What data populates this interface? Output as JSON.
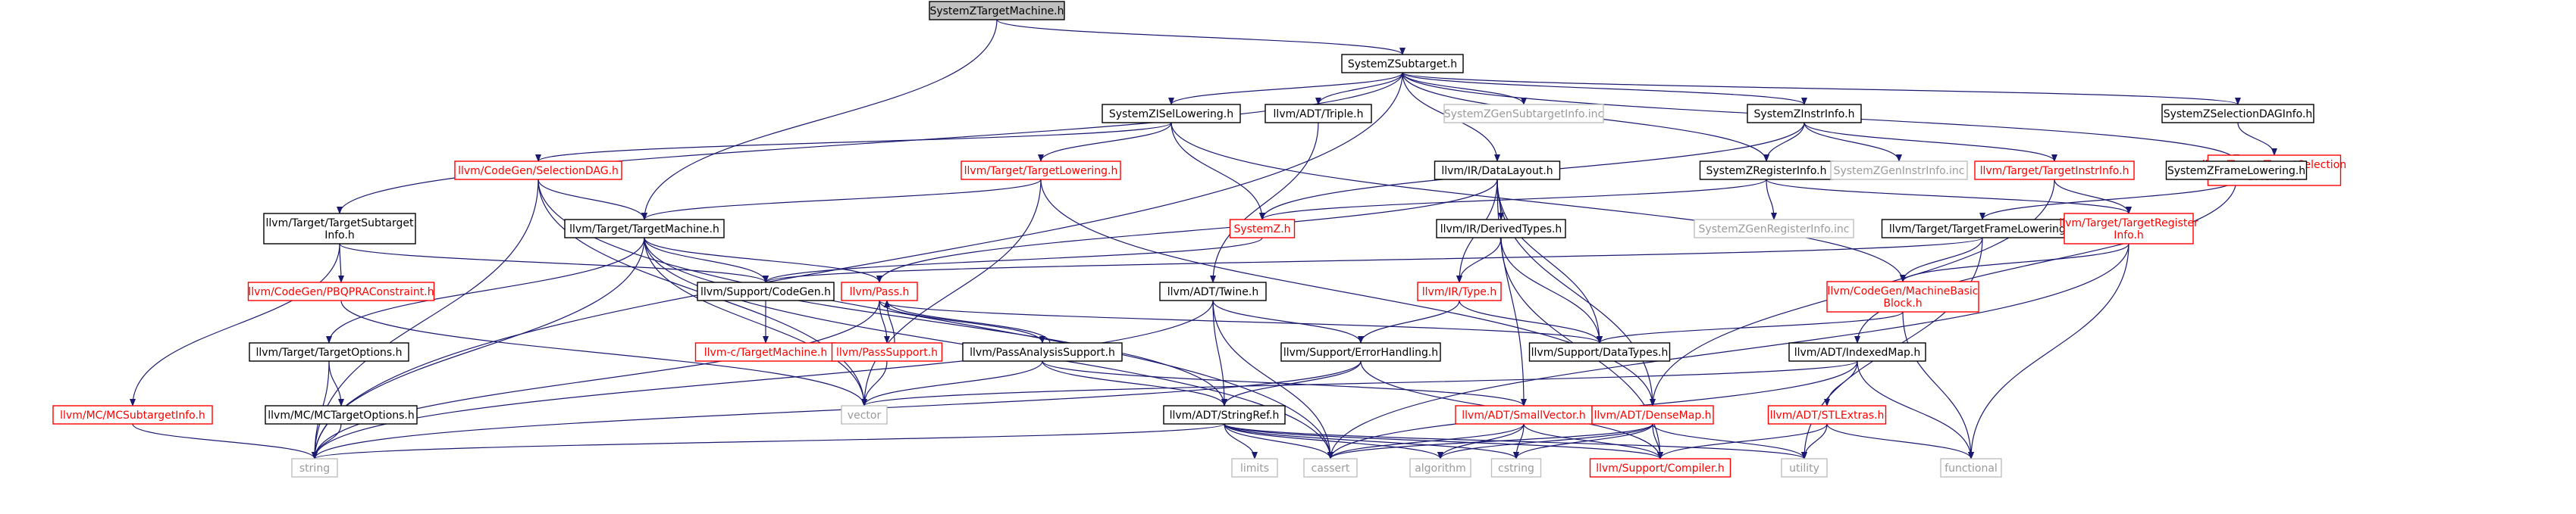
{
  "nodes": [
    {
      "id": "root",
      "lines": [
        "SystemZTargetMachine.h"
      ],
      "style": "root"
    },
    {
      "id": "subtarget",
      "lines": [
        "SystemZSubtarget.h"
      ],
      "style": "black"
    },
    {
      "id": "isellowering",
      "lines": [
        "SystemZISelLowering.h"
      ],
      "style": "black"
    },
    {
      "id": "triple",
      "lines": [
        "llvm/ADT/Triple.h"
      ],
      "style": "black"
    },
    {
      "id": "gensubtargetinfo",
      "lines": [
        "SystemZGenSubtargetInfo.inc"
      ],
      "style": "gray"
    },
    {
      "id": "instrinfo",
      "lines": [
        "SystemZInstrInfo.h"
      ],
      "style": "black"
    },
    {
      "id": "selectiondaginfo",
      "lines": [
        "SystemZSelectionDAGInfo.h"
      ],
      "style": "black"
    },
    {
      "id": "targetselectiondaginfo",
      "lines": [
        "llvm/Target/TargetSelection",
        "DAGInfo.h"
      ],
      "style": "red"
    },
    {
      "id": "selectiondag",
      "lines": [
        "llvm/CodeGen/SelectionDAG.h"
      ],
      "style": "red"
    },
    {
      "id": "targetlowering",
      "lines": [
        "llvm/Target/TargetLowering.h"
      ],
      "style": "red"
    },
    {
      "id": "datalayout",
      "lines": [
        "llvm/IR/DataLayout.h"
      ],
      "style": "black"
    },
    {
      "id": "registerinfo",
      "lines": [
        "SystemZRegisterInfo.h"
      ],
      "style": "black"
    },
    {
      "id": "geninstrinfo",
      "lines": [
        "SystemZGenInstrInfo.inc"
      ],
      "style": "gray"
    },
    {
      "id": "targetinstrinfo",
      "lines": [
        "llvm/Target/TargetInstrInfo.h"
      ],
      "style": "red"
    },
    {
      "id": "framelowering",
      "lines": [
        "SystemZFrameLowering.h"
      ],
      "style": "black"
    },
    {
      "id": "targetsubtargetinfo",
      "lines": [
        "llvm/Target/TargetSubtarget",
        "Info.h"
      ],
      "style": "black"
    },
    {
      "id": "targetmachine",
      "lines": [
        "llvm/Target/TargetMachine.h"
      ],
      "style": "black"
    },
    {
      "id": "systemz",
      "lines": [
        "SystemZ.h"
      ],
      "style": "red"
    },
    {
      "id": "derivedtypes",
      "lines": [
        "llvm/IR/DerivedTypes.h"
      ],
      "style": "black"
    },
    {
      "id": "genregisterinfo",
      "lines": [
        "SystemZGenRegisterInfo.inc"
      ],
      "style": "gray"
    },
    {
      "id": "targetframelowering",
      "lines": [
        "llvm/Target/TargetFrameLowering.h"
      ],
      "style": "black"
    },
    {
      "id": "targetregisterinfo",
      "lines": [
        "llvm/Target/TargetRegister",
        "Info.h"
      ],
      "style": "red"
    },
    {
      "id": "pbqpraconstraint",
      "lines": [
        "llvm/CodeGen/PBQPRAConstraint.h"
      ],
      "style": "red"
    },
    {
      "id": "codegen",
      "lines": [
        "llvm/Support/CodeGen.h"
      ],
      "style": "black"
    },
    {
      "id": "pass",
      "lines": [
        "llvm/Pass.h"
      ],
      "style": "red"
    },
    {
      "id": "twine",
      "lines": [
        "llvm/ADT/Twine.h"
      ],
      "style": "black"
    },
    {
      "id": "irtype",
      "lines": [
        "llvm/IR/Type.h"
      ],
      "style": "red"
    },
    {
      "id": "machinebasicblock",
      "lines": [
        "llvm/CodeGen/MachineBasic",
        "Block.h"
      ],
      "style": "red"
    },
    {
      "id": "targetoptions",
      "lines": [
        "llvm/Target/TargetOptions.h"
      ],
      "style": "black"
    },
    {
      "id": "ctargetmachine",
      "lines": [
        "llvm-c/TargetMachine.h"
      ],
      "style": "red"
    },
    {
      "id": "passsupport",
      "lines": [
        "llvm/PassSupport.h"
      ],
      "style": "red"
    },
    {
      "id": "passanalysissupport",
      "lines": [
        "llvm/PassAnalysisSupport.h"
      ],
      "style": "black"
    },
    {
      "id": "errorhandling",
      "lines": [
        "llvm/Support/ErrorHandling.h"
      ],
      "style": "black"
    },
    {
      "id": "datatypes",
      "lines": [
        "llvm/Support/DataTypes.h"
      ],
      "style": "black"
    },
    {
      "id": "indexedmap",
      "lines": [
        "llvm/ADT/IndexedMap.h"
      ],
      "style": "black"
    },
    {
      "id": "mcsubtargetinfo",
      "lines": [
        "llvm/MC/MCSubtargetInfo.h"
      ],
      "style": "red"
    },
    {
      "id": "mctargetoptions",
      "lines": [
        "llvm/MC/MCTargetOptions.h"
      ],
      "style": "black"
    },
    {
      "id": "vector",
      "lines": [
        "vector"
      ],
      "style": "gray"
    },
    {
      "id": "stringref",
      "lines": [
        "llvm/ADT/StringRef.h"
      ],
      "style": "black"
    },
    {
      "id": "smallvector",
      "lines": [
        "llvm/ADT/SmallVector.h"
      ],
      "style": "red"
    },
    {
      "id": "densemap",
      "lines": [
        "llvm/ADT/DenseMap.h"
      ],
      "style": "red"
    },
    {
      "id": "stlextras",
      "lines": [
        "llvm/ADT/STLExtras.h"
      ],
      "style": "red"
    },
    {
      "id": "string",
      "lines": [
        "string"
      ],
      "style": "gray"
    },
    {
      "id": "limits",
      "lines": [
        "limits"
      ],
      "style": "gray"
    },
    {
      "id": "cassert",
      "lines": [
        "cassert"
      ],
      "style": "gray"
    },
    {
      "id": "algorithm",
      "lines": [
        "algorithm"
      ],
      "style": "gray"
    },
    {
      "id": "cstring",
      "lines": [
        "cstring"
      ],
      "style": "gray"
    },
    {
      "id": "compiler",
      "lines": [
        "llvm/Support/Compiler.h"
      ],
      "style": "red"
    },
    {
      "id": "utility",
      "lines": [
        "utility"
      ],
      "style": "gray"
    },
    {
      "id": "functional",
      "lines": [
        "functional"
      ],
      "style": "gray"
    }
  ],
  "edges": [
    [
      "root",
      "subtarget"
    ],
    [
      "root",
      "targetmachine"
    ],
    [
      "subtarget",
      "isellowering"
    ],
    [
      "subtarget",
      "triple"
    ],
    [
      "subtarget",
      "gensubtargetinfo"
    ],
    [
      "subtarget",
      "instrinfo"
    ],
    [
      "subtarget",
      "selectiondaginfo"
    ],
    [
      "subtarget",
      "framelowering"
    ],
    [
      "subtarget",
      "targetsubtargetinfo"
    ],
    [
      "subtarget",
      "datalayout"
    ],
    [
      "subtarget",
      "registerinfo"
    ],
    [
      "subtarget",
      "string"
    ],
    [
      "isellowering",
      "selectiondag"
    ],
    [
      "isellowering",
      "targetlowering"
    ],
    [
      "isellowering",
      "systemz"
    ],
    [
      "isellowering",
      "machinebasicblock"
    ],
    [
      "triple",
      "twine"
    ],
    [
      "instrinfo",
      "systemz"
    ],
    [
      "instrinfo",
      "registerinfo"
    ],
    [
      "instrinfo",
      "geninstrinfo"
    ],
    [
      "instrinfo",
      "targetinstrinfo"
    ],
    [
      "selectiondaginfo",
      "targetselectiondaginfo"
    ],
    [
      "selectiondag",
      "targetmachine"
    ],
    [
      "selectiondag",
      "string"
    ],
    [
      "selectiondag",
      "vector"
    ],
    [
      "selectiondag",
      "cassert"
    ],
    [
      "targetlowering",
      "targetmachine"
    ],
    [
      "targetlowering",
      "vector"
    ],
    [
      "targetlowering",
      "densemap"
    ],
    [
      "datalayout",
      "pass"
    ],
    [
      "datalayout",
      "derivedtypes"
    ],
    [
      "datalayout",
      "irtype"
    ],
    [
      "datalayout",
      "datatypes"
    ],
    [
      "datalayout",
      "densemap"
    ],
    [
      "datalayout",
      "smallvector"
    ],
    [
      "registerinfo",
      "systemz"
    ],
    [
      "registerinfo",
      "genregisterinfo"
    ],
    [
      "registerinfo",
      "targetregisterinfo"
    ],
    [
      "targetinstrinfo",
      "targetregisterinfo"
    ],
    [
      "targetinstrinfo",
      "densemap"
    ],
    [
      "framelowering",
      "targetframelowering"
    ],
    [
      "framelowering",
      "indexedmap"
    ],
    [
      "targetsubtargetinfo",
      "pbqpraconstraint"
    ],
    [
      "targetsubtargetinfo",
      "codegen"
    ],
    [
      "targetsubtargetinfo",
      "mcsubtargetinfo"
    ],
    [
      "targetmachine",
      "pass"
    ],
    [
      "targetmachine",
      "codegen"
    ],
    [
      "targetmachine",
      "targetoptions"
    ],
    [
      "targetmachine",
      "stringref"
    ],
    [
      "targetmachine",
      "vector"
    ],
    [
      "targetmachine",
      "cassert"
    ],
    [
      "targetmachine",
      "string"
    ],
    [
      "systemz",
      "codegen"
    ],
    [
      "derivedtypes",
      "irtype"
    ],
    [
      "derivedtypes",
      "datatypes"
    ],
    [
      "derivedtypes",
      "compiler"
    ],
    [
      "targetframelowering",
      "codegen"
    ],
    [
      "targetframelowering",
      "machinebasicblock"
    ],
    [
      "targetframelowering",
      "utility"
    ],
    [
      "targetregisterinfo",
      "machinebasicblock"
    ],
    [
      "targetregisterinfo",
      "functional"
    ],
    [
      "targetregisterinfo",
      "cassert"
    ],
    [
      "pbqpraconstraint",
      "vector"
    ],
    [
      "codegen",
      "ctargetmachine"
    ],
    [
      "pass",
      "passsupport"
    ],
    [
      "pass",
      "passanalysissupport"
    ],
    [
      "pass",
      "string"
    ],
    [
      "pass",
      "datatypes"
    ],
    [
      "twine",
      "stringref"
    ],
    [
      "twine",
      "errorhandling"
    ],
    [
      "twine",
      "cassert"
    ],
    [
      "twine",
      "string"
    ],
    [
      "irtype",
      "errorhandling"
    ],
    [
      "irtype",
      "datatypes"
    ],
    [
      "machinebasicblock",
      "datatypes"
    ],
    [
      "machinebasicblock",
      "functional"
    ],
    [
      "targetoptions",
      "mctargetoptions"
    ],
    [
      "targetoptions",
      "string"
    ],
    [
      "passsupport",
      "pass"
    ],
    [
      "passsupport",
      "vector"
    ],
    [
      "passanalysissupport",
      "pass"
    ],
    [
      "passanalysissupport",
      "vector"
    ],
    [
      "passanalysissupport",
      "smallvector"
    ],
    [
      "passanalysissupport",
      "stringref"
    ],
    [
      "errorhandling",
      "stringref"
    ],
    [
      "errorhandling",
      "compiler"
    ],
    [
      "errorhandling",
      "string"
    ],
    [
      "indexedmap",
      "stlextras"
    ],
    [
      "indexedmap",
      "vector"
    ],
    [
      "indexedmap",
      "cassert"
    ],
    [
      "indexedmap",
      "functional"
    ],
    [
      "mcsubtargetinfo",
      "string"
    ],
    [
      "mctargetoptions",
      "string"
    ],
    [
      "stringref",
      "compiler"
    ],
    [
      "stringref",
      "algorithm"
    ],
    [
      "stringref",
      "cassert"
    ],
    [
      "stringref",
      "cstring"
    ],
    [
      "stringref",
      "limits"
    ],
    [
      "stringref",
      "string"
    ],
    [
      "stringref",
      "utility"
    ],
    [
      "smallvector",
      "compiler"
    ],
    [
      "smallvector",
      "algorithm"
    ],
    [
      "smallvector",
      "cassert"
    ],
    [
      "smallvector",
      "cstring"
    ],
    [
      "densemap",
      "compiler"
    ],
    [
      "densemap",
      "algorithm"
    ],
    [
      "densemap",
      "cassert"
    ],
    [
      "densemap",
      "utility"
    ],
    [
      "densemap",
      "cstring"
    ],
    [
      "stlextras",
      "compiler"
    ],
    [
      "stlextras",
      "utility"
    ],
    [
      "stlextras",
      "functional"
    ]
  ]
}
